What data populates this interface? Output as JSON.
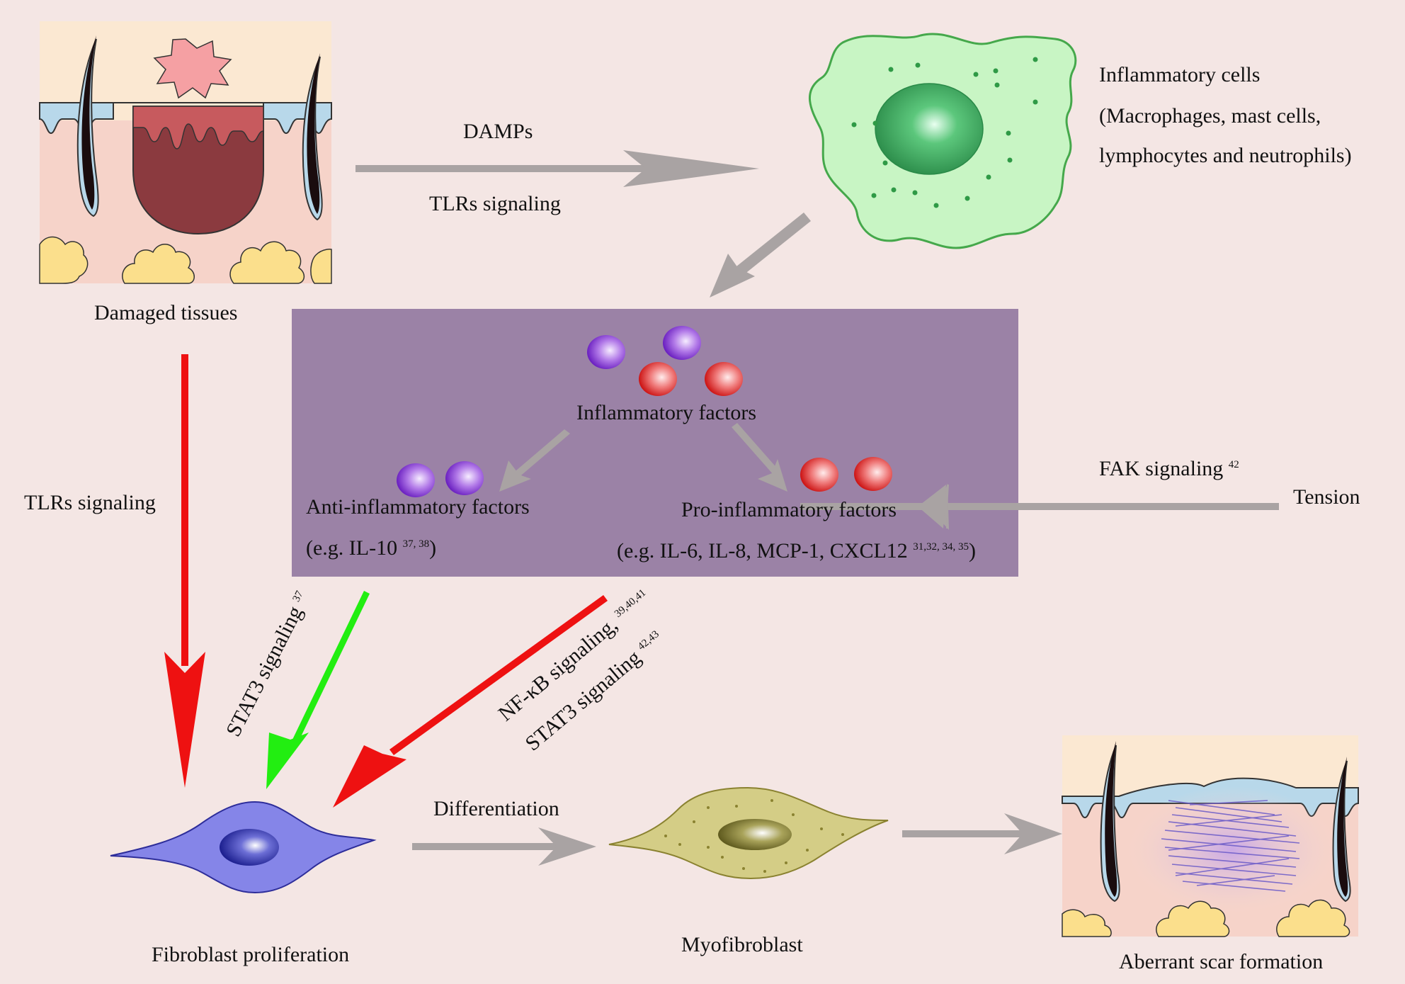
{
  "labels": {
    "damaged_tissues": "Damaged tissues",
    "damps": "DAMPs",
    "tlrs_signaling_top": "TLRs signaling",
    "inflammatory_cells_line1": "Inflammatory cells",
    "inflammatory_cells_line2": "(Macrophages, mast cells,",
    "inflammatory_cells_line3": "lymphocytes and neutrophils)",
    "inflammatory_factors": "Inflammatory factors",
    "anti_inflammatory": "Anti-inflammatory factors",
    "anti_example_prefix": "(e.g. IL-10",
    "anti_example_refs": "37, 38",
    "anti_example_suffix": ")",
    "pro_inflammatory": "Pro-inflammatory factors",
    "pro_example_prefix": "(e.g. IL-6, IL-8, MCP-1, CXCL12",
    "pro_example_refs": "31,32, 34, 35",
    "pro_example_suffix": ")",
    "fak_signaling": "FAK signaling",
    "fak_refs": "42",
    "tension": "Tension",
    "tlrs_signaling_left": "TLRs signaling",
    "stat3_left": "STAT3 signaling",
    "stat3_left_refs": "37",
    "nfkb": "NF-κB signaling,",
    "nfkb_refs": "39,40,41",
    "stat3_right": "STAT3 signaling",
    "stat3_right_refs": "42,43",
    "differentiation": "Differentiation",
    "fibroblast": "Fibroblast proliferation",
    "myofibroblast": "Myofibroblast",
    "aberrant_scar": "Aberrant scar formation"
  },
  "colors": {
    "background": "#f4e6e4",
    "factor_box": "#9b82a6",
    "grey_arrow": "#a9a3a3",
    "red_arrow": "#ee1111",
    "green_arrow": "#22ee11",
    "anti_cell": "#9b3fe0",
    "pro_cell": "#e23232",
    "inflammatory_cell": "#c8f5c4",
    "fibroblast_cell": "#8585e8",
    "myofibroblast_cell": "#d4cd86"
  }
}
